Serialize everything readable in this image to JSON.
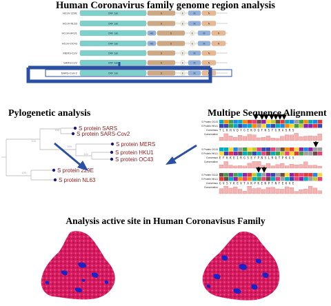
{
  "titles": {
    "genome": "Human Coronavirus family genome region analysis",
    "phylo": "Pylogenetic analysis",
    "msa": "Multipe Sequence Alignment",
    "site": "Analysis active site in Human Coronavisus Family"
  },
  "genome": {
    "rows": [
      {
        "name": "HCoV-229E",
        "blocks": [
          "ORF 1ab",
          "S",
          "E",
          "M",
          "N"
        ]
      },
      {
        "name": "HCoV-NL63",
        "blocks": [
          "ORF 1ab",
          "S",
          "E",
          "M",
          "N"
        ]
      },
      {
        "name": "HCoV-HKU1",
        "blocks": [
          "ORF 1ab",
          "HE",
          "S",
          "E",
          "M",
          "N"
        ]
      },
      {
        "name": "HCoV-OC43",
        "blocks": [
          "ORF 1ab",
          "HE",
          "S",
          "E",
          "M",
          "N"
        ]
      },
      {
        "name": "MERS-CoV",
        "blocks": [
          "ORF 1ab",
          "S",
          "E",
          "M",
          "N"
        ]
      },
      {
        "name": "SARS-CoV",
        "blocks": [
          "ORF 1ab",
          "S",
          "E",
          "M",
          "N"
        ]
      },
      {
        "name": "SARS-CoV-2",
        "blocks": [
          "ORF 1ab",
          "S",
          "E",
          "M",
          "N"
        ]
      }
    ]
  },
  "tree": {
    "leaves": [
      "S protein SARS",
      "S protein SARS-Cov2",
      "S protein MERS",
      "S protein HKU1",
      "S protein OC43",
      "S protein 229E",
      "S protein NL63"
    ],
    "bootstrap": [
      "100",
      "100",
      "100",
      "100",
      "100"
    ]
  },
  "msa": {
    "block_labels": [
      "S Protein OC43",
      "S Protein HKU1",
      "Consensus",
      "Conservation"
    ],
    "consensus_lines": [
      "TLKHVDYGEKDQFNSYGRASRS",
      "EFKKEIRGSEYPNSLRQTPKGS",
      "GVSYKEVTAKPKENPTNFEKVE"
    ]
  },
  "colors": {
    "accent_blue": "#2a4fa3",
    "surface_pink": "#d81b60",
    "site_blue": "#1a22c8",
    "orf_teal": "#7dd0cc",
    "s_tan": "#cda882",
    "m_blue": "#8fb1dc",
    "n_peach": "#e8b893",
    "leaf_red": "#8b1a1a"
  }
}
